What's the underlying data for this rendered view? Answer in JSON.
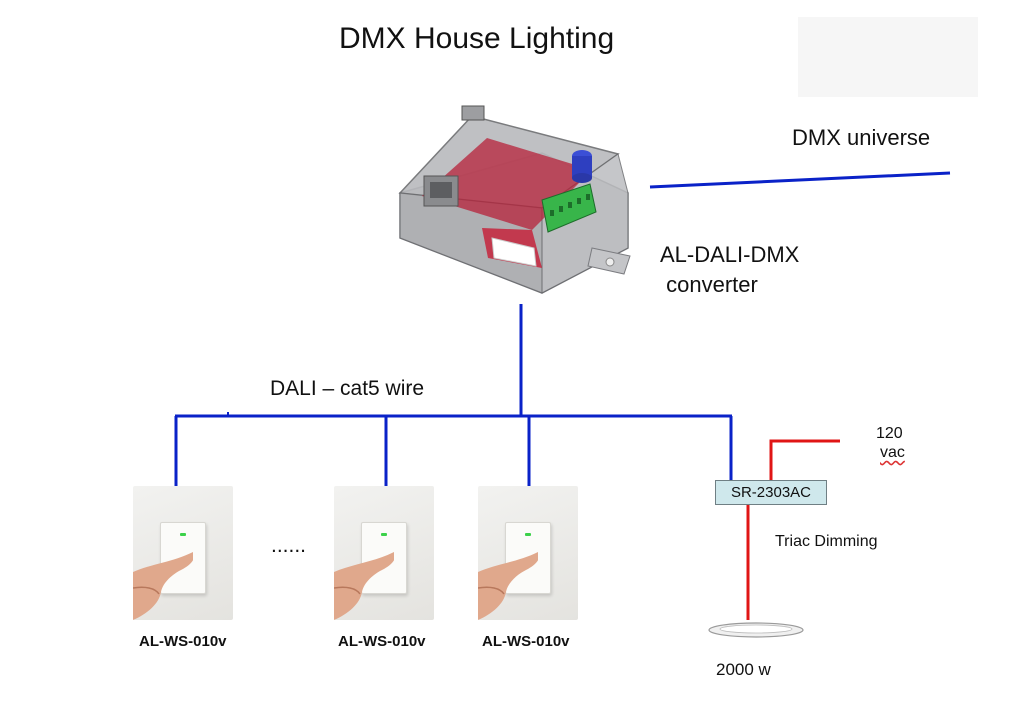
{
  "title": "DMX House Lighting",
  "labels": {
    "dmx_universe": "DMX universe",
    "converter_line1": "AL-DALI-DMX",
    "converter_line2": " converter",
    "dali_wire": "DALI – cat5 wire",
    "ellipsis": "......",
    "relay": "SR-2303AC",
    "voltage_line1": "120",
    "voltage_line2": "vac",
    "triac": "Triac Dimming",
    "wattage": "2000 w"
  },
  "switches": [
    {
      "label": "AL-WS-010v"
    },
    {
      "label": "AL-WS-010v"
    },
    {
      "label": "AL-WS-010v"
    }
  ],
  "colors": {
    "dali_wire": "#0a22c8",
    "power_wire": "#e01515",
    "relay_fill": "#cfe8ec"
  }
}
